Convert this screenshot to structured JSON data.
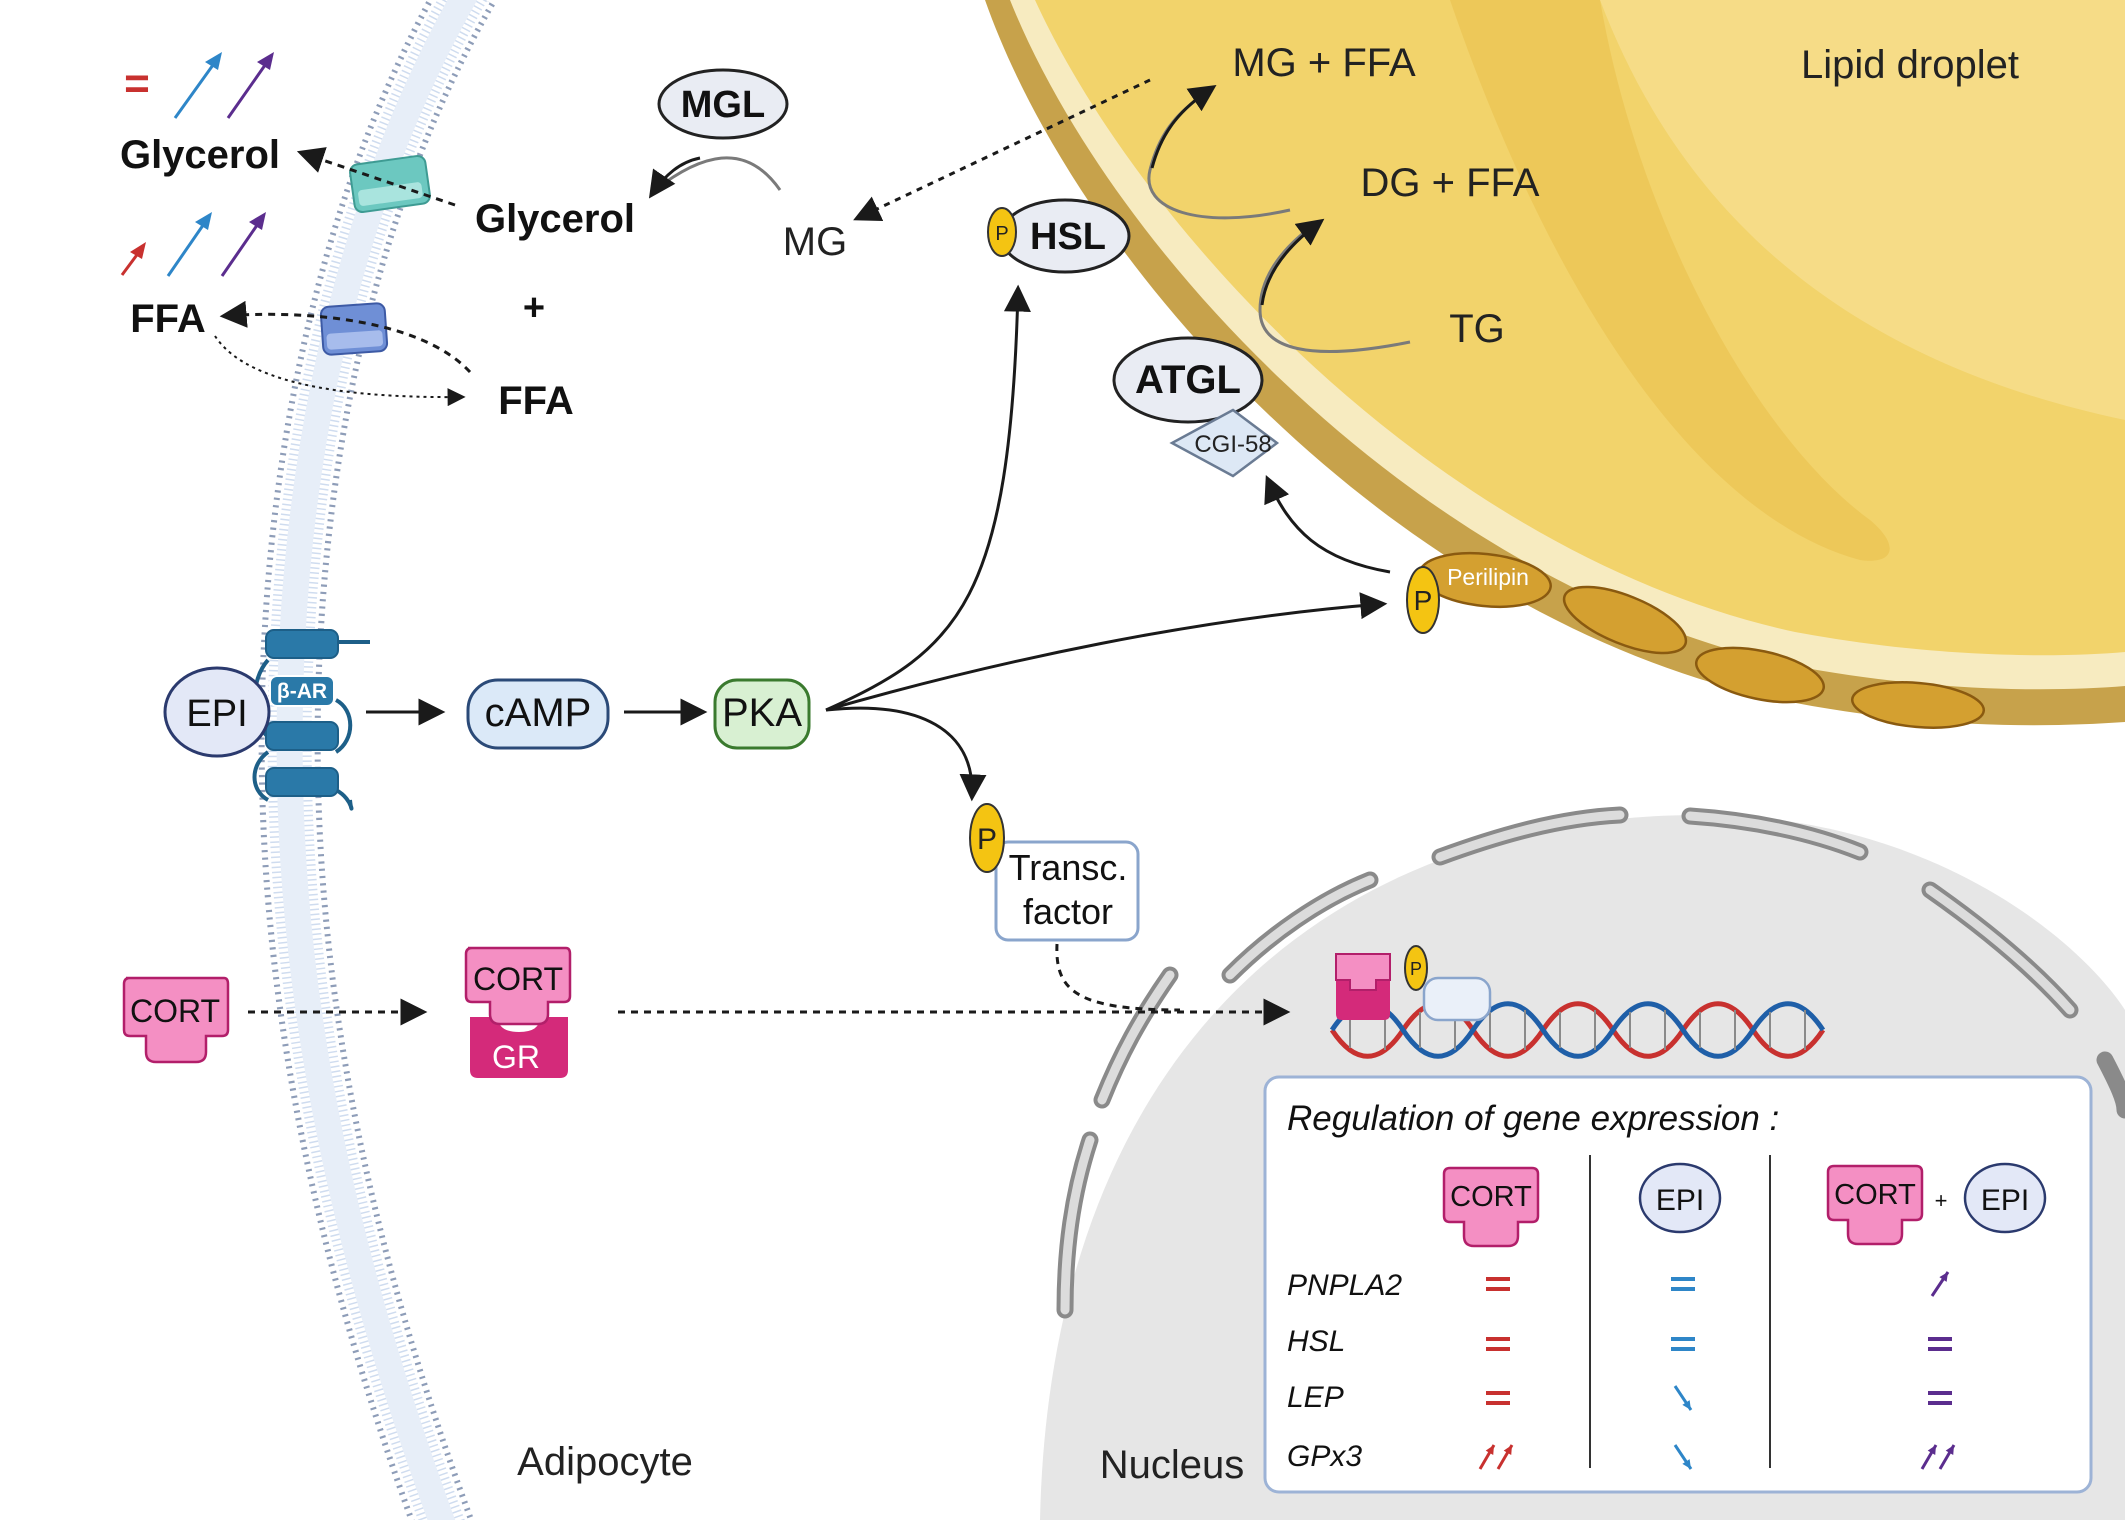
{
  "labels": {
    "lipid_droplet": "Lipid droplet",
    "adipocyte": "Adipocyte",
    "nucleus": "Nucleus",
    "glycerol_out": "Glycerol",
    "ffa_out": "FFA",
    "glycerol_in": "Glycerol",
    "plus": "+",
    "ffa_in": "FFA",
    "mgl": "MGL",
    "mg": "MG",
    "mg_ffa": "MG + FFA",
    "dg_ffa": "DG + FFA",
    "tg": "TG",
    "hsl": "HSL",
    "atgl": "ATGL",
    "cgi58": "CGI-58",
    "perilipin": "Perilipin",
    "p": "P",
    "epi": "EPI",
    "beta_ar": "β-AR",
    "camp": "cAMP",
    "pka": "PKA",
    "transc_factor_line1": "Transc.",
    "transc_factor_line2": "factor",
    "cort": "CORT",
    "gr": "GR",
    "equals": "="
  },
  "regulation_table": {
    "title": "Regulation of gene expression :",
    "columns": [
      {
        "key": "cort",
        "label": "CORT"
      },
      {
        "key": "epi",
        "label": "EPI"
      },
      {
        "key": "cort_epi",
        "label_left": "CORT",
        "label_mid": "+",
        "label_right": "EPI"
      }
    ],
    "rows": [
      {
        "gene": "PNPLA2",
        "cort": "equal",
        "epi": "equal",
        "cort_epi": "up"
      },
      {
        "gene": "HSL",
        "cort": "equal",
        "epi": "equal",
        "cort_epi": "equal"
      },
      {
        "gene": "LEP",
        "cort": "equal",
        "epi": "down",
        "cort_epi": "equal"
      },
      {
        "gene": "GPx3",
        "cort": "double-up",
        "epi": "down",
        "cort_epi": "double-up"
      }
    ]
  },
  "colors": {
    "cort_red": "#c8312f",
    "epi_blue": "#2e86c8",
    "combo_purple": "#5b2d8e",
    "membrane": "#d6e4f3",
    "membrane_head": "#8e9db8",
    "droplet_outer": "#c7a24b",
    "droplet_inner": "#f2d36b",
    "phospho_yellow": "#f4c412",
    "cort_pink": "#f48fc3",
    "gr_magenta": "#d42a7a",
    "camp_fill": "#dbe9f8",
    "pka_fill": "#d8f0d2",
    "nucleus_fill": "#e6e6e6"
  }
}
